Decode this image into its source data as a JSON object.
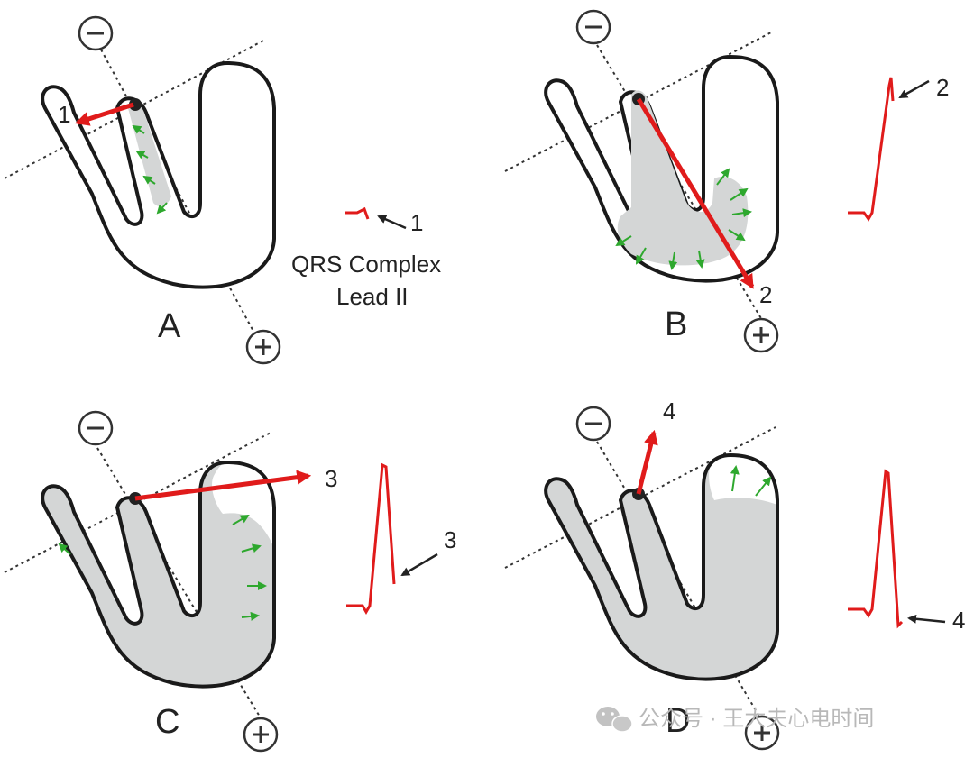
{
  "legend": {
    "line1": "QRS Complex",
    "line2": "Lead II"
  },
  "panels": [
    {
      "letter": "A",
      "vector_number": "1",
      "ecg_number": "1"
    },
    {
      "letter": "B",
      "vector_number": "2",
      "ecg_number": "2"
    },
    {
      "letter": "C",
      "vector_number": "3",
      "ecg_number": "3"
    },
    {
      "letter": "D",
      "vector_number": "4",
      "ecg_number": "4"
    }
  ],
  "watermark": {
    "text": "公众号 · 王大夫心电时间",
    "icon": "wechat-icon"
  },
  "colors": {
    "vector": "#e01b1b",
    "ecg": "#e01b1b",
    "depolarization_arrows": "#2ea82e",
    "depolarized_tissue": "#d4d6d6"
  }
}
